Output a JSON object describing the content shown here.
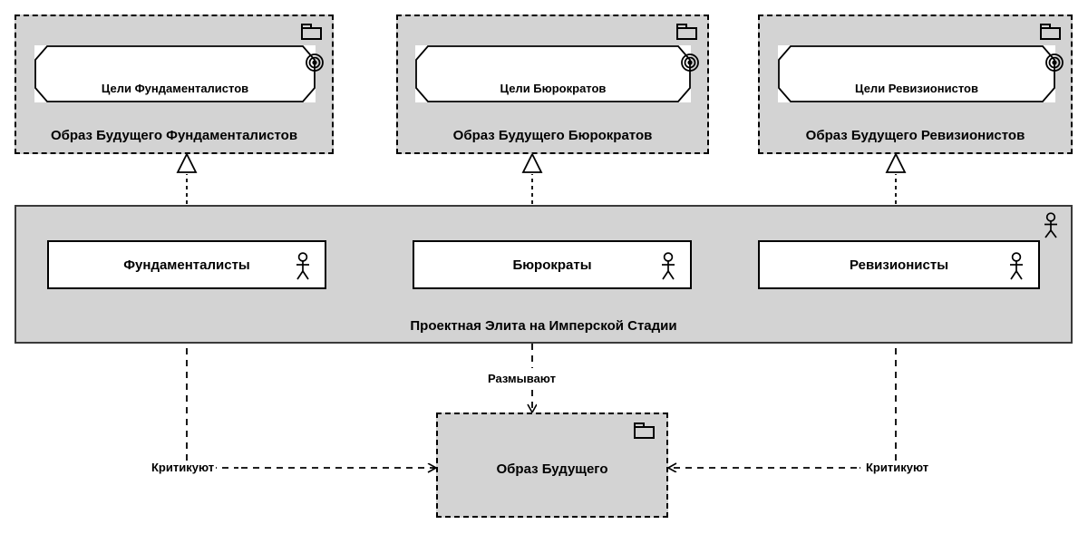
{
  "diagram": {
    "title": "Проектная Элита на Имперской Стадии",
    "colors": {
      "package_fill": "#d3d3d3",
      "package_border": "#000000",
      "node_fill": "#ffffff",
      "node_border": "#000000",
      "panel_fill": "#d3d3d3",
      "panel_border": "#3a3a3a",
      "edge": "#000000",
      "background": "#ffffff"
    }
  },
  "packages": [
    {
      "id": "pkg-fundamentalists",
      "label": "Образ Будущего Фундаменталистов",
      "icon": "folder-icon",
      "goal": {
        "label": "Цели Фундаменталистов",
        "icon": "bullseye-icon"
      }
    },
    {
      "id": "pkg-bureaucrats",
      "label": "Образ Будущего Бюрократов",
      "icon": "folder-icon",
      "goal": {
        "label": "Цели Бюрократов",
        "icon": "bullseye-icon"
      }
    },
    {
      "id": "pkg-revisionists",
      "label": "Образ Будущего Ревизионистов",
      "icon": "folder-icon",
      "goal": {
        "label": "Цели Ревизионистов",
        "icon": "bullseye-icon"
      }
    }
  ],
  "panel": {
    "id": "panel-project-elite",
    "label": "Проектная Элита на Имперской Стадии",
    "icon": "actor-icon",
    "actors": [
      {
        "id": "actor-fundamentalists",
        "label": "Фундаменталисты",
        "icon": "actor-icon"
      },
      {
        "id": "actor-bureaucrats",
        "label": "Бюрократы",
        "icon": "actor-icon"
      },
      {
        "id": "actor-revisionists",
        "label": "Ревизионисты",
        "icon": "actor-icon"
      }
    ]
  },
  "bottom_package": {
    "id": "pkg-image-of-future",
    "label": "Образ Будущего",
    "icon": "folder-icon"
  },
  "edges": {
    "realize_label": "",
    "blur_label": "Размывают",
    "criticize_left_label": "Критикуют",
    "criticize_right_label": "Критикуют"
  }
}
